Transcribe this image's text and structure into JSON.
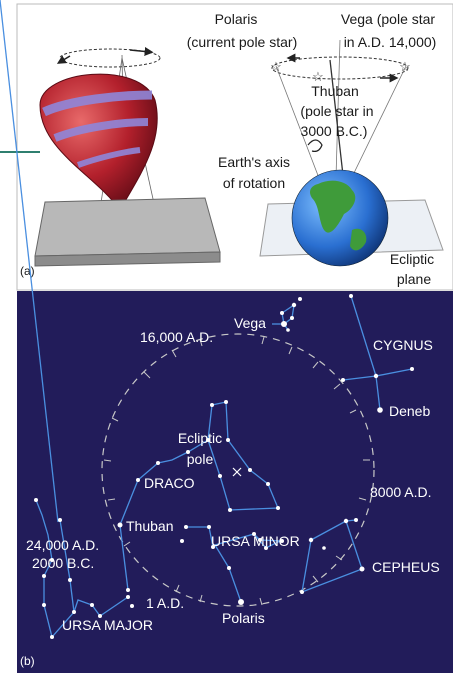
{
  "panel_a": {
    "panel_label": "(a)",
    "polaris_label": [
      "Polaris",
      "(current pole star)"
    ],
    "vega_label": [
      "Vega (pole star",
      "in A.D. 14,000)"
    ],
    "thuban_label": [
      "Thuban",
      "(pole star in",
      "3000 B.C.)"
    ],
    "axis_label": [
      "Earth's axis",
      "of rotation"
    ],
    "ecliptic_label": [
      "Ecliptic",
      "plane"
    ],
    "colors": {
      "top_body": "#b3202c",
      "top_bands": "#8f86d9",
      "platform": "#a9a9a9",
      "ocean": "#2a6fd1",
      "land": "#3f9b3a",
      "background": "#ffffff"
    }
  },
  "panel_b": {
    "panel_label": "(b)",
    "labels": {
      "vega": "Vega",
      "ad16000": "16,000 A.D.",
      "cygnus": "CYGNUS",
      "deneb": "Deneb",
      "ecliptic_pole": [
        "Ecliptic",
        "pole"
      ],
      "draco": "DRACO",
      "ad8000": "8000 A.D.",
      "thuban": "Thuban",
      "ursa_minor": "URSA MINOR",
      "ad24000": "24,000 A.D.",
      "bc2000": "2000 B.C.",
      "cepheus": "CEPHEUS",
      "ad1": "1 A.D.",
      "ursa_major": "URSA MAJOR",
      "polaris": "Polaris"
    },
    "colors": {
      "sky": "#221c5a",
      "constellation_lines": "#4a8fe0",
      "precession_circle": "#c8c8c8",
      "stars": "#ffffff",
      "text": "#ffffff"
    }
  }
}
